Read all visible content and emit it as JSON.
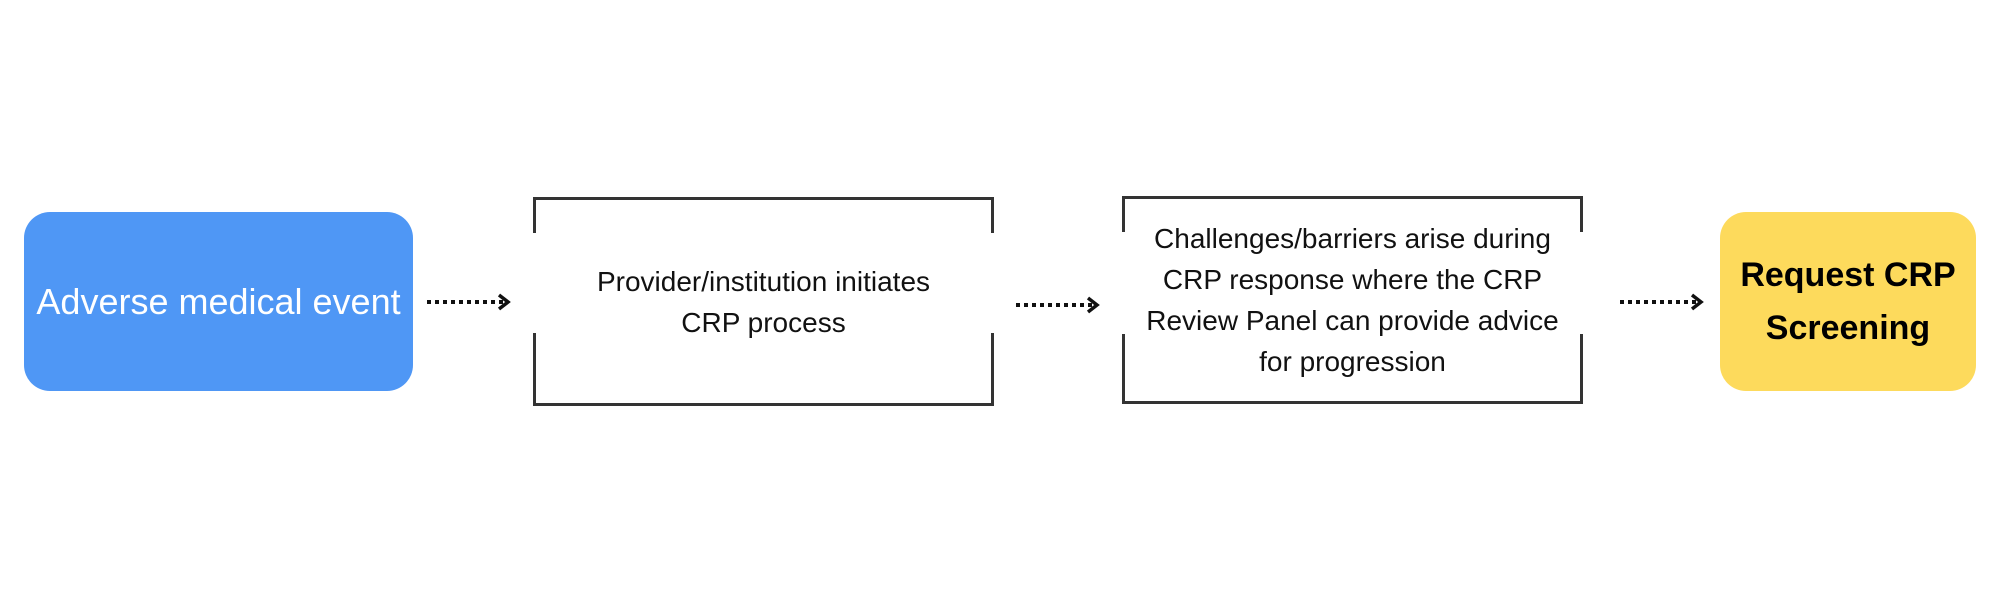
{
  "diagram": {
    "nodes": {
      "start": {
        "label": "Adverse medical event",
        "color": "#4F97F5"
      },
      "initiate": {
        "lines": [
          "Provider/institution initiates",
          "CRP process"
        ]
      },
      "challenges": {
        "lines": [
          "Challenges/barriers arise during",
          "CRP response where the CRP",
          "Review Panel can provide advice",
          "for progression"
        ]
      },
      "end": {
        "lines": [
          "Request CRP",
          "Screening"
        ],
        "color": "#FDDA5C"
      }
    },
    "edges": [
      {
        "from": "start",
        "to": "initiate",
        "style": "dotted-arrow"
      },
      {
        "from": "initiate",
        "to": "challenges",
        "style": "dotted-arrow"
      },
      {
        "from": "challenges",
        "to": "end",
        "style": "dotted-arrow"
      }
    ]
  }
}
